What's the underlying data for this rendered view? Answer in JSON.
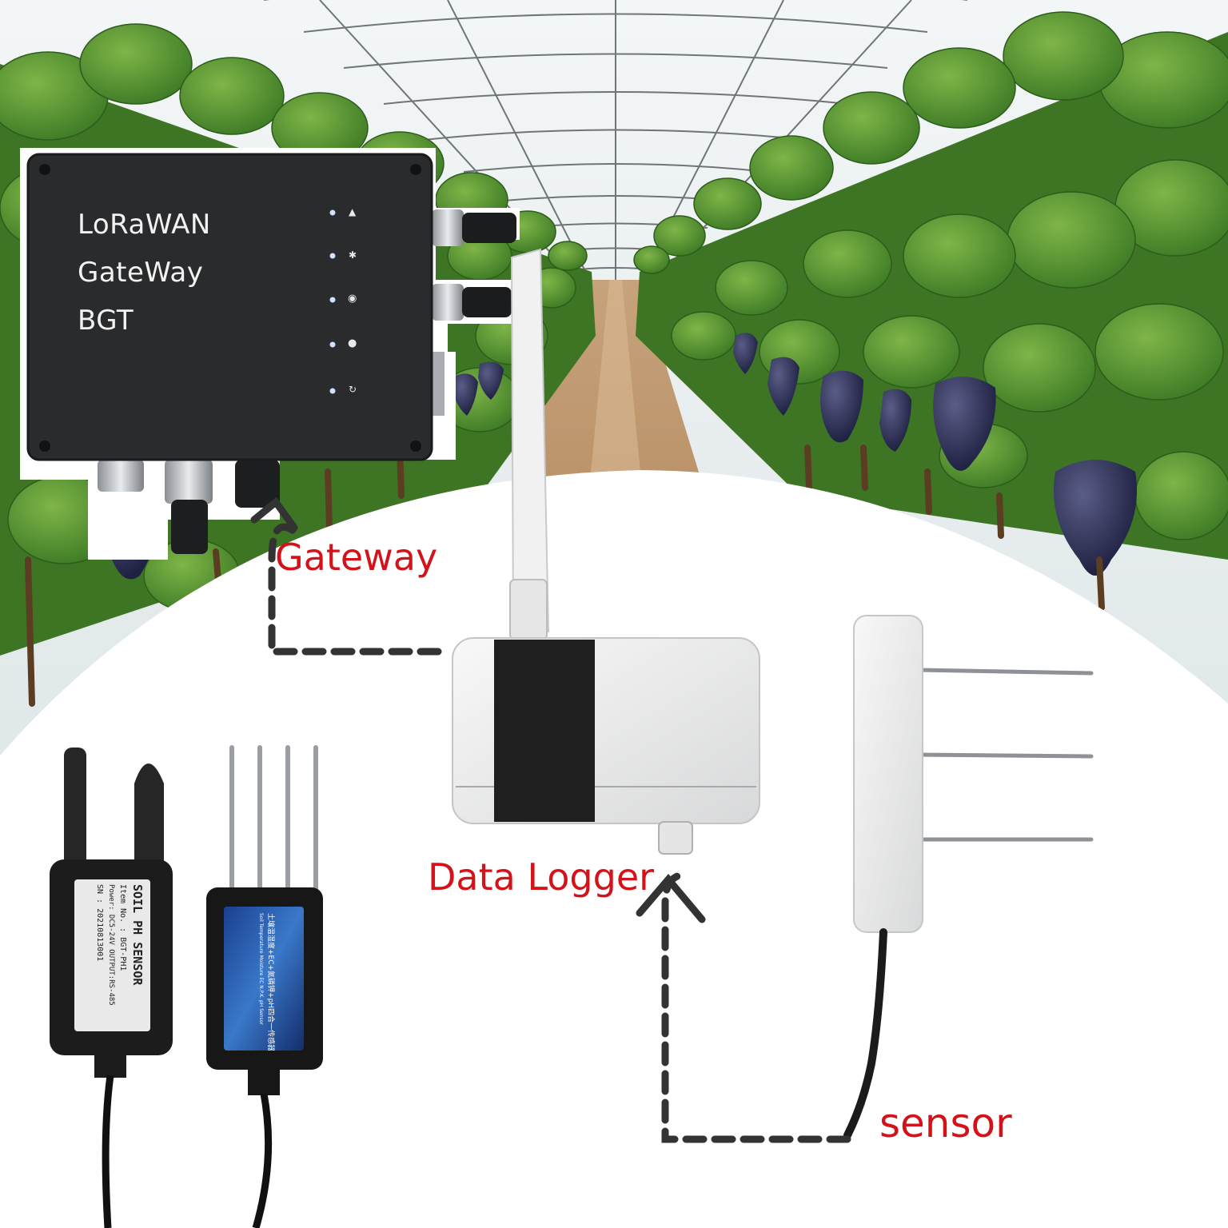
{
  "gateway_device": {
    "line1": "LoRaWAN",
    "line2": "GateWay",
    "line3": "BGT",
    "indicator_icons": [
      "triangle-icon",
      "bluetooth-icon",
      "signal-icon",
      "globe-icon",
      "power-icon"
    ]
  },
  "callouts": {
    "gateway": "Gateway",
    "data_logger": "Data Logger",
    "sensor": "sensor"
  },
  "ph_sensor_label": {
    "title": "SOIL PH SENSOR",
    "item": "Item No. : BGT-PH1",
    "power": "Power: DC5-24V  OUTPUT:RS-485",
    "sn": "SN :   20210813001"
  },
  "npk_sensor_label": {
    "chinese": "土壤温湿度+EC+氮磷钾+pH四合一传感器",
    "english": "Soil Temperature Moisture EC N.P.K. pH Sensor"
  },
  "colors": {
    "callout_red": "#d3121a",
    "leaf_green": "#4e8a2a",
    "grape_purple": "#2e2f55",
    "gateway_body": "#2a2b2d"
  }
}
